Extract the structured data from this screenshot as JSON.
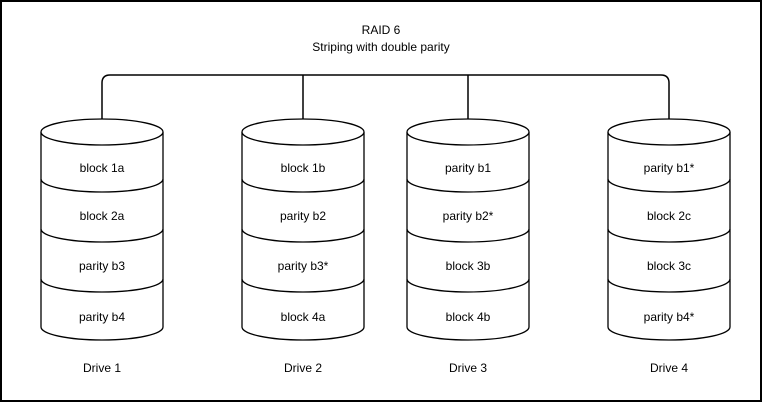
{
  "title": {
    "line1": "RAID 6",
    "line2": "Striping with double parity"
  },
  "drives": [
    {
      "name": "Drive 1",
      "blocks": [
        "block 1a",
        "block 2a",
        "parity b3",
        "parity b4"
      ]
    },
    {
      "name": "Drive 2",
      "blocks": [
        "block 1b",
        "parity b2",
        "parity b3*",
        "block 4a"
      ]
    },
    {
      "name": "Drive 3",
      "blocks": [
        "parity b1",
        "parity b2*",
        "block 3b",
        "block 4b"
      ]
    },
    {
      "name": "Drive 4",
      "blocks": [
        "parity b1*",
        "block 2c",
        "block 3c",
        "parity b4*"
      ]
    }
  ],
  "colors": {
    "stroke": "#000000",
    "text": "#000000",
    "background": "#ffffff",
    "border": "#000000"
  }
}
